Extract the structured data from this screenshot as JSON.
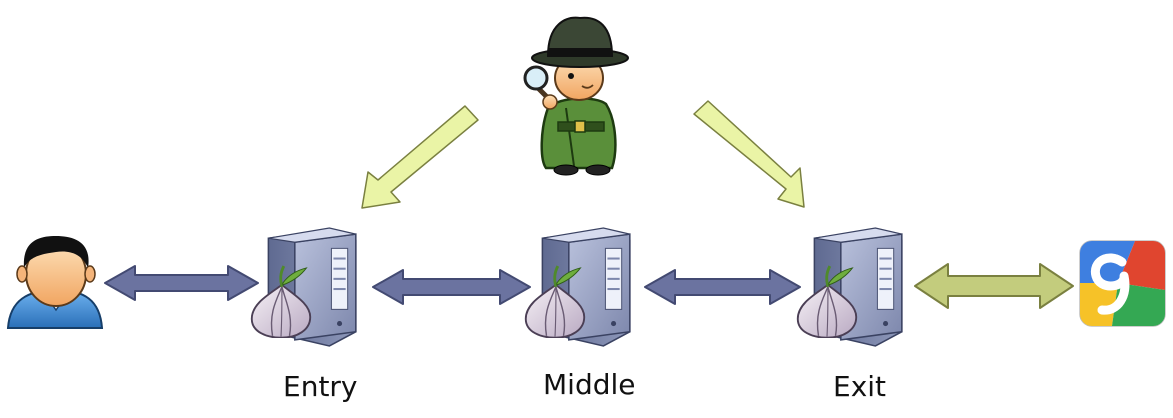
{
  "nodes": {
    "user": {
      "icon": "user-avatar-icon"
    },
    "entry": {
      "label": "Entry",
      "icon": "tor-relay-server-icon"
    },
    "middle": {
      "label": "Middle",
      "icon": "tor-relay-server-icon"
    },
    "exit": {
      "label": "Exit",
      "icon": "tor-relay-server-icon"
    },
    "destination": {
      "icon": "google-logo-icon"
    },
    "observer": {
      "icon": "detective-spy-icon"
    }
  },
  "colors": {
    "tor_link_arrow": "#6b73a0",
    "exit_link_arrow": "#c3cc7d",
    "observer_arrow": "#eaf4a6",
    "observer_arrow_outline": "#7a8040",
    "server_body": "#7e88ab",
    "onion": "#d9cfe0",
    "onion_leaf": "#4f8a2b",
    "user_shirt": "#3f8ed8",
    "user_skin": "#f8c18a",
    "detective_coat": "#5a8f3a"
  }
}
